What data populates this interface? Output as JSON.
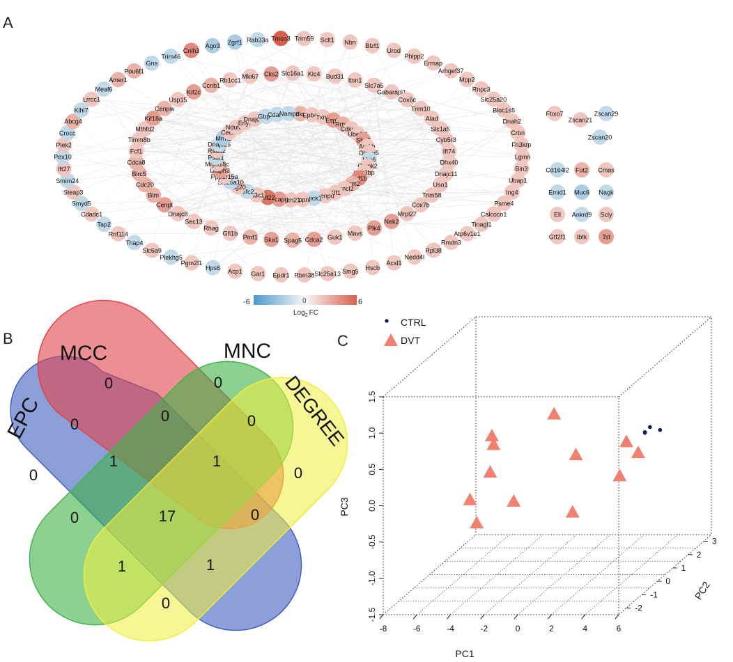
{
  "panel_a": {
    "label": "A",
    "nodes": [
      {
        "name": "Trim59",
        "fc": 1
      },
      {
        "name": "Sclt1",
        "fc": 1
      },
      {
        "name": "Nbn",
        "fc": 1
      },
      {
        "name": "Blzf1",
        "fc": 1
      },
      {
        "name": "Urod",
        "fc": 1
      },
      {
        "name": "Phlpp2",
        "fc": 1
      },
      {
        "name": "Ermap",
        "fc": 1
      },
      {
        "name": "Arhgef37",
        "fc": 1
      },
      {
        "name": "Mpp2",
        "fc": 1
      },
      {
        "name": "Rnpc3",
        "fc": 1
      },
      {
        "name": "Slc25a20",
        "fc": 1
      },
      {
        "name": "Bloc1s5",
        "fc": 1
      },
      {
        "name": "Dnah2",
        "fc": 1
      },
      {
        "name": "Crbn",
        "fc": 1
      },
      {
        "name": "Fn3krp",
        "fc": 1
      },
      {
        "name": "Slc16a1",
        "fc": 1
      },
      {
        "name": "Klc4",
        "fc": 1
      },
      {
        "name": "Bud31",
        "fc": 1
      },
      {
        "name": "Itsn1",
        "fc": 1
      },
      {
        "name": "Lgmn",
        "fc": 1
      },
      {
        "name": "Bin3",
        "fc": 1
      },
      {
        "name": "Slc7a5",
        "fc": 1
      },
      {
        "name": "Gabarapl1",
        "fc": 1
      },
      {
        "name": "Ubap1",
        "fc": 1
      },
      {
        "name": "Cox6c",
        "fc": 1
      },
      {
        "name": "Ing4",
        "fc": 1
      },
      {
        "name": "Trim10",
        "fc": 1
      },
      {
        "name": "Alad",
        "fc": 1
      },
      {
        "name": "Slc1a5",
        "fc": 1
      },
      {
        "name": "Cyb5r3",
        "fc": 1
      },
      {
        "name": "Psme4",
        "fc": 1
      },
      {
        "name": "Calcoco1",
        "fc": 1
      },
      {
        "name": "Ift74",
        "fc": 1
      },
      {
        "name": "Dhx40",
        "fc": 1
      },
      {
        "name": "Dnajc11",
        "fc": 1
      },
      {
        "name": "Uso1",
        "fc": 1
      },
      {
        "name": "Tinagl1",
        "fc": 1
      },
      {
        "name": "Atp6v1e1",
        "fc": 1
      },
      {
        "name": "Trim58",
        "fc": 1
      },
      {
        "name": "Rmdn3",
        "fc": 1
      },
      {
        "name": "Cox7b",
        "fc": 1
      },
      {
        "name": "Mrpl27",
        "fc": 1
      },
      {
        "name": "Nek2",
        "fc": 3
      },
      {
        "name": "Plk4",
        "fc": 3
      },
      {
        "name": "Mavs",
        "fc": 1
      },
      {
        "name": "Guk1",
        "fc": 1
      },
      {
        "name": "Rpl38",
        "fc": 1
      },
      {
        "name": "Cdca2",
        "fc": 3
      },
      {
        "name": "Spag5",
        "fc": 2
      },
      {
        "name": "Ska1",
        "fc": 3
      },
      {
        "name": "Pmf1",
        "fc": 2
      },
      {
        "name": "Nedd4l",
        "fc": 1
      },
      {
        "name": "Gfi1b",
        "fc": 1
      },
      {
        "name": "Rhag",
        "fc": 1
      },
      {
        "name": "Sec13",
        "fc": 1
      },
      {
        "name": "Dnajc8",
        "fc": 1
      },
      {
        "name": "Acsl1",
        "fc": 1
      },
      {
        "name": "Hscb",
        "fc": 1
      },
      {
        "name": "Cenpt",
        "fc": 3
      },
      {
        "name": "Blm",
        "fc": 2
      },
      {
        "name": "Cdc20",
        "fc": 2
      },
      {
        "name": "Fbxo7",
        "fc": 1
      },
      {
        "name": "Zscan29",
        "fc": -1
      },
      {
        "name": "Birc5",
        "fc": 2
      },
      {
        "name": "Cdca8",
        "fc": 2
      },
      {
        "name": "Zscan21",
        "fc": 1
      },
      {
        "name": "Fcf1",
        "fc": 1
      },
      {
        "name": "Timm8b",
        "fc": 1
      },
      {
        "name": "Mthfd2",
        "fc": 1
      },
      {
        "name": "Smg5",
        "fc": 1
      },
      {
        "name": "Kif18a",
        "fc": 3
      },
      {
        "name": "Cenpw",
        "fc": 2
      },
      {
        "name": "Usp15",
        "fc": 1
      },
      {
        "name": "Slc25a13",
        "fc": 1
      },
      {
        "name": "Kif2c",
        "fc": 3
      },
      {
        "name": "Ccnb1",
        "fc": 2
      },
      {
        "name": "Rbm38",
        "fc": 1
      },
      {
        "name": "Zscan20",
        "fc": -1
      },
      {
        "name": "Rb1cc1",
        "fc": 1
      },
      {
        "name": "Mki67",
        "fc": 1
      },
      {
        "name": "Cks2",
        "fc": 3
      },
      {
        "name": "Cdkn3",
        "fc": 2
      },
      {
        "name": "Epb42",
        "fc": 1
      },
      {
        "name": "Epdr1",
        "fc": 1
      },
      {
        "name": "Txn2",
        "fc": 1
      },
      {
        "name": "Gar1",
        "fc": 1
      },
      {
        "name": "Espl1",
        "fc": 3
      },
      {
        "name": "Rrm1",
        "fc": 2
      },
      {
        "name": "Acp1",
        "fc": 1
      },
      {
        "name": "Cdkn2c",
        "fc": 1
      },
      {
        "name": "Ube2l6",
        "fc": 1
      },
      {
        "name": "Skp2",
        "fc": 3
      },
      {
        "name": "Aurkb",
        "fc": 1
      },
      {
        "name": "Dlgap5",
        "fc": 1
      },
      {
        "name": "Utp6",
        "fc": -1
      },
      {
        "name": "Hps6",
        "fc": -1
      },
      {
        "name": "Cmpk2",
        "fc": 1
      },
      {
        "name": "Cd164l2",
        "fc": -1
      },
      {
        "name": "Fut2",
        "fc": 2
      },
      {
        "name": "Cmas",
        "fc": 1
      },
      {
        "name": "Pgm2l1",
        "fc": 1
      },
      {
        "name": "Plekhg5",
        "fc": -1
      },
      {
        "name": "Itgb3bp",
        "fc": 1
      },
      {
        "name": "Asf1b",
        "fc": 4
      },
      {
        "name": "Rrm2",
        "fc": 2
      },
      {
        "name": "Slc6a9",
        "fc": 1
      },
      {
        "name": "Lancl2",
        "fc": 1
      },
      {
        "name": "Klf1",
        "fc": 1
      },
      {
        "name": "Cenpu",
        "fc": 1
      },
      {
        "name": "Pick1",
        "fc": -1
      },
      {
        "name": "Thap4",
        "fc": -1
      },
      {
        "name": "Emid1",
        "fc": -1
      },
      {
        "name": "Muc6",
        "fc": -2
      },
      {
        "name": "Nagk",
        "fc": -1
      },
      {
        "name": "Rnf114",
        "fc": 1
      },
      {
        "name": "Fopnl",
        "fc": 1
      },
      {
        "name": "Trim21",
        "fc": 1
      },
      {
        "name": "Ncapg",
        "fc": 3
      },
      {
        "name": "Kif22",
        "fc": 5
      },
      {
        "name": "H3c1",
        "fc": 1
      },
      {
        "name": "Kifc2",
        "fc": -1
      },
      {
        "name": "Isg20",
        "fc": 1
      },
      {
        "name": "Tap2",
        "fc": -1
      },
      {
        "name": "Cdadc1",
        "fc": 1
      },
      {
        "name": "Slc25a10",
        "fc": -1
      },
      {
        "name": "Ppp1r15a",
        "fc": 1
      },
      {
        "name": "Diaph3",
        "fc": 3
      },
      {
        "name": "Smyd5",
        "fc": -1
      },
      {
        "name": "Steap3",
        "fc": 1
      },
      {
        "name": "Ell",
        "fc": 1
      },
      {
        "name": "Ankrd9",
        "fc": -1
      },
      {
        "name": "Scly",
        "fc": 1
      },
      {
        "name": "Mrps18c",
        "fc": 1
      },
      {
        "name": "Psat1",
        "fc": -1
      },
      {
        "name": "Rsad2",
        "fc": 1
      },
      {
        "name": "Dnajc25",
        "fc": -1
      },
      {
        "name": "Smim24",
        "fc": -1
      },
      {
        "name": "Trim21b",
        "fc": 1
      },
      {
        "name": "Mrm2",
        "fc": -2
      },
      {
        "name": "Ift27",
        "fc": 1
      },
      {
        "name": "Cecr2",
        "fc": 1
      },
      {
        "name": "Pex10",
        "fc": -1
      },
      {
        "name": "Ndufaf5",
        "fc": 1
      },
      {
        "name": "Eny2",
        "fc": 1
      },
      {
        "name": "Gtf2f1",
        "fc": 1
      },
      {
        "name": "Ibtk",
        "fc": 1
      },
      {
        "name": "Tst",
        "fc": 3
      },
      {
        "name": "Plek2",
        "fc": 1
      },
      {
        "name": "Dnajc19",
        "fc": 1
      },
      {
        "name": "Gbp2",
        "fc": -1
      },
      {
        "name": "Cdan1",
        "fc": -1
      },
      {
        "name": "Nampt",
        "fc": -1
      },
      {
        "name": "Crocc",
        "fc": -1
      },
      {
        "name": "Abcg4",
        "fc": 2
      },
      {
        "name": "Klhl7",
        "fc": -1
      },
      {
        "name": "Lrrcc1",
        "fc": 1
      },
      {
        "name": "Meaf6",
        "fc": -1
      },
      {
        "name": "Amer1",
        "fc": 2
      },
      {
        "name": "Pou6f1",
        "fc": 2
      },
      {
        "name": "Gns",
        "fc": -1
      },
      {
        "name": "Trim46",
        "fc": -1
      },
      {
        "name": "Cnih3",
        "fc": 4
      },
      {
        "name": "Ago3",
        "fc": -2
      },
      {
        "name": "Zgrf1",
        "fc": -2
      },
      {
        "name": "Rab33a",
        "fc": -1
      },
      {
        "name": "Tmco3",
        "fc": 6
      }
    ],
    "legend": {
      "min_label": "-6",
      "mid_label": "0",
      "max_label": "6",
      "title": "Log",
      "title_sub": "2",
      "title_suffix": "FC",
      "low_color": "#4d9ac9",
      "mid_color": "#f7f7f7",
      "high_color": "#d6604d"
    }
  },
  "panel_b": {
    "label": "B",
    "sets": [
      {
        "name": "EPC",
        "color": "#3f5fbf"
      },
      {
        "name": "MCC",
        "color": "#e0454a"
      },
      {
        "name": "MNC",
        "color": "#3fb34a"
      },
      {
        "name": "DEGREE",
        "color": "#f0ef3c"
      }
    ],
    "region_counts": [
      {
        "region": "EPC only",
        "count": "0"
      },
      {
        "region": "MCC only",
        "count": "0"
      },
      {
        "region": "MNC only",
        "count": "0"
      },
      {
        "region": "DEGREE only",
        "count": "0"
      },
      {
        "region": "EPC & MCC",
        "count": "0"
      },
      {
        "region": "MCC & MNC",
        "count": "0"
      },
      {
        "region": "MNC & DEGREE",
        "count": "0"
      },
      {
        "region": "EPC & MCC & MNC",
        "count": "1"
      },
      {
        "region": "MCC & MNC & DEGREE",
        "count": "1"
      },
      {
        "region": "EPC & MNC",
        "count": "0"
      },
      {
        "region": "All four",
        "count": "17"
      },
      {
        "region": "MCC & DEGREE",
        "count": "0"
      },
      {
        "region": "EPC & MNC & DEGREE",
        "count": "1"
      },
      {
        "region": "EPC & MCC & DEGREE",
        "count": "1"
      },
      {
        "region": "EPC & DEGREE",
        "count": "0"
      }
    ]
  },
  "panel_c": {
    "label": "C",
    "chart_data": {
      "type": "scatter",
      "xlabel": "PC1",
      "ylabel": "PC3",
      "zlabel": "PC2",
      "x_ticks": [
        "-8",
        "-6",
        "-4",
        "-2",
        "0",
        "2",
        "4",
        "6"
      ],
      "y_ticks": [
        "-1.5",
        "-1.0",
        "-0.5",
        "0.0",
        "0.5",
        "1.0",
        "1.5"
      ],
      "z_ticks": [
        "-2",
        "-1",
        "0",
        "1",
        "2",
        "3"
      ],
      "series": [
        {
          "name": "CTRL",
          "marker": "dot",
          "color": "#0d1a66",
          "points": [
            [
              5.9,
              0.63
            ],
            [
              6.2,
              0.7
            ],
            [
              6.8,
              0.66
            ],
            [
              5.9,
              0.62
            ]
          ]
        },
        {
          "name": "DVT",
          "marker": "triangle",
          "color": "#f08070",
          "points": [
            [
              0.5,
              0.88
            ],
            [
              -3.2,
              0.58
            ],
            [
              -3.1,
              0.46
            ],
            [
              4.8,
              0.5
            ],
            [
              1.8,
              0.32
            ],
            [
              5.5,
              0.35
            ],
            [
              -3.3,
              0.08
            ],
            [
              4.4,
              0.03
            ],
            [
              -4.5,
              -0.3
            ],
            [
              -1.9,
              -0.32
            ],
            [
              1.6,
              -0.47
            ],
            [
              -4.1,
              -0.62
            ]
          ]
        }
      ]
    }
  }
}
